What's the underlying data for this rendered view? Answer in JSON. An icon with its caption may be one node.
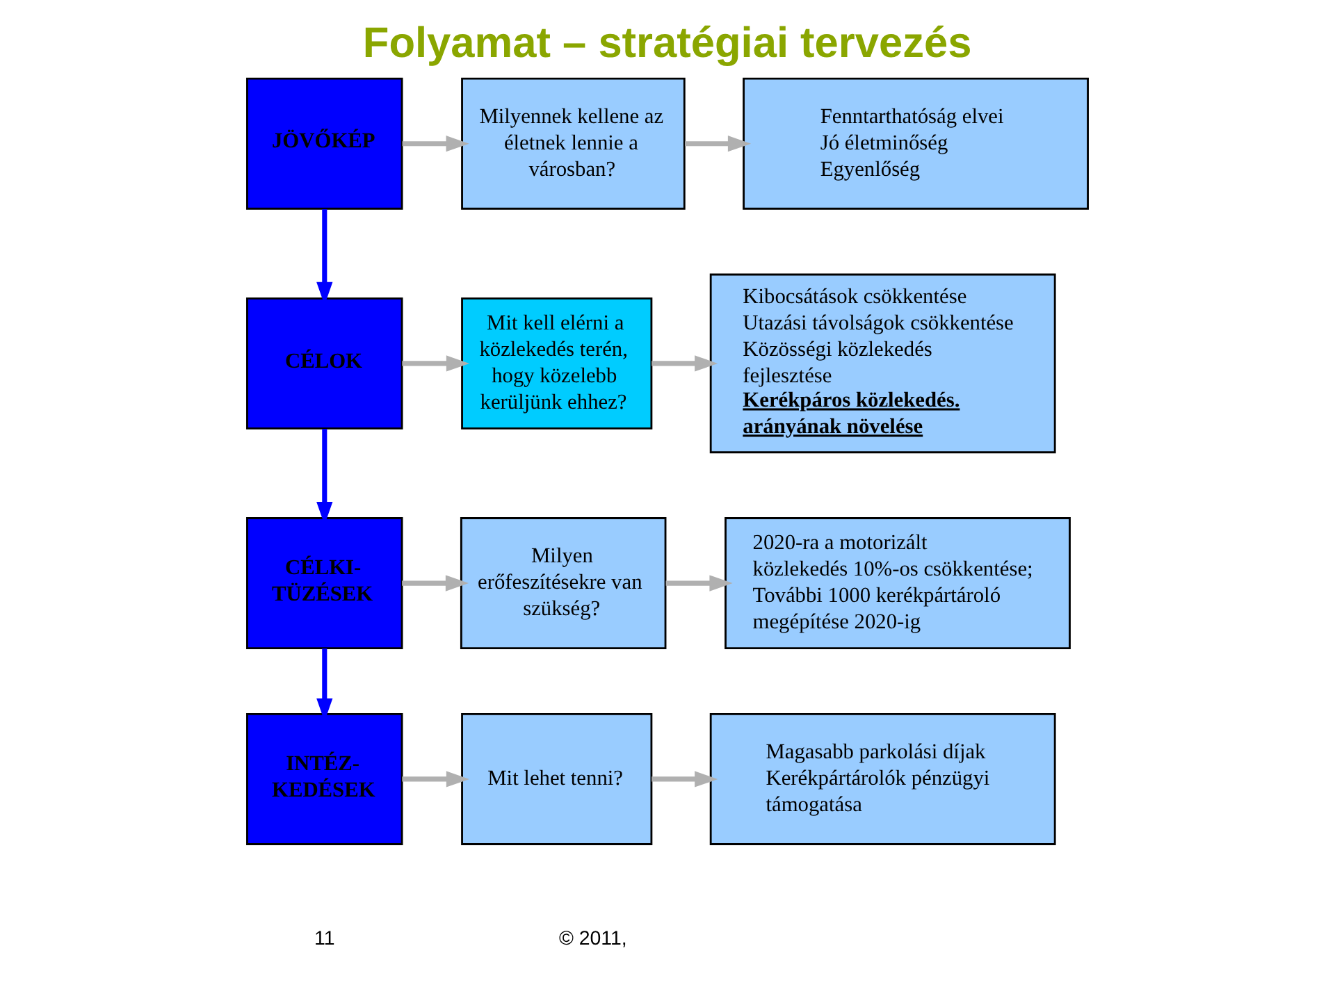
{
  "diagram": {
    "title": "Folyamat – stratégiai tervezés",
    "nodes": [
      {
        "text": [
          "JÖVŐKÉP"
        ]
      },
      {
        "text": [
          "Milyennek kellene az életnek lennie a városban?"
        ]
      },
      {
        "text": [
          "Fenntarthatóság elvei",
          "Jó életminőség",
          "Egyenlőség"
        ]
      },
      {
        "text": [
          "CÉLOK"
        ]
      },
      {
        "text": [
          "Mit kell elérni a közlekedés terén, hogy közelebb kerüljünk ehhez?"
        ]
      },
      {
        "text": [
          "Kibocsátások csökkentése",
          "Utazási távolságok csökkentése",
          "Közösségi közlekedés fejlesztése",
          "Kerékpáros közlekedés. arányának növelése"
        ]
      },
      {
        "text": [
          "CÉLKI- TÜZÉSEK"
        ]
      },
      {
        "text": [
          "Milyen erőfeszítésekre van szükség?"
        ]
      },
      {
        "text": [
          "2020-ra a motorizált közlekedés 10%-os csökkentése;",
          "További 1000 kerékpártároló megépítése 2020-ig"
        ]
      },
      {
        "text": [
          "INTÉZ- KEDÉSEK"
        ]
      },
      {
        "text": [
          "Mit lehet tenni?"
        ]
      },
      {
        "text": [
          "Magasabb parkolási díjak",
          "Kerékpártárolók pénzügyi támogatása"
        ]
      }
    ],
    "edges": [
      {
        "from": 0,
        "to": 1,
        "arrow": "to"
      },
      {
        "from": 1,
        "to": 2,
        "arrow": "to"
      },
      {
        "from": 0,
        "to": 3,
        "arrow": "to",
        "color": "#0000ff"
      },
      {
        "from": 3,
        "to": 4,
        "arrow": "to"
      },
      {
        "from": 4,
        "to": 5,
        "arrow": "to"
      },
      {
        "from": 3,
        "to": 6,
        "arrow": "to",
        "color": "#0000ff"
      },
      {
        "from": 6,
        "to": 7,
        "arrow": "to"
      },
      {
        "from": 7,
        "to": 8,
        "arrow": "to"
      },
      {
        "from": 6,
        "to": 9,
        "arrow": "to",
        "color": "#0000ff"
      },
      {
        "from": 9,
        "to": 10,
        "arrow": "to"
      },
      {
        "from": 10,
        "to": 11,
        "arrow": "to"
      }
    ],
    "labels": [
      "11",
      "© 2011,"
    ]
  }
}
